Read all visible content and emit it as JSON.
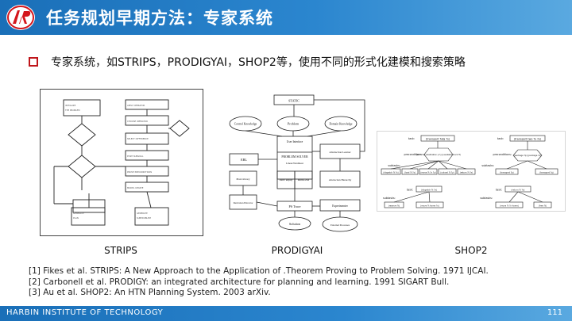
{
  "header": {
    "title": "任务规划早期方法：专家系统"
  },
  "bullet": {
    "text": "专家系统，如STRIPS，PRODIGYAI，SHOP2等，使用不同的形式化建模和搜索策略"
  },
  "figures": [
    {
      "caption": "STRIPS"
    },
    {
      "caption": "PRODIGYAI"
    },
    {
      "caption": "SHOP2"
    }
  ],
  "prodigy": {
    "static": "STATIC",
    "control": "Control Knowledge",
    "problem": "Problem",
    "domain": "Domain Knowledge",
    "ebl": "EBL",
    "user_interface": "User Interface",
    "solver": "PROBLEM SOLVER",
    "linear": "Linear/Nonlinear",
    "abstraction_learner": "Abstraction Learner",
    "plan_library": "Plan Library",
    "derivation_extractor": "Derivation Extractor",
    "deriv_replay": "Deriv. Replay",
    "multi_level": "Multi-Level",
    "abstraction_hierarchy": "Abstraction Hierarchy",
    "ps_trace": "PS Trace",
    "experimenter": "Experimenter",
    "solution": "Solution",
    "external_processes": "External Processes"
  },
  "shop2": {
    "task_left": "(transport ?obj ?s)",
    "task_right": "(transport two ?x ?y)",
    "preconditions": "preconditions:",
    "subtasks": "subtasks:",
    "task": "task:",
    "precond_left": "(at ?x ?s) (destination p ?y) (available-truck ?t)",
    "precond_right": "(package ?p) (package ?q)",
    "sub_l1": "(dispatch ?t ?x)",
    "sub_l2": "(load ?t ?s)",
    "sub_l3": "(move ?t ?x ?y)",
    "sub_l4": "(unload ?t ?y)",
    "sub_l5": "(return ?t ?x)",
    "sub_r1": "(transport ?p)",
    "sub_r2": "(transport ?q)",
    "task2_left": "(dispatch ?t ?x)",
    "task2_right": "(return ?t ?x)",
    "sub2_l1": "(reserve ?t)",
    "sub2_l2": "(move ?t home ?x)",
    "sub2_r1": "(move ?t ?x home)",
    "sub2_r2": "(free ?t)"
  },
  "references": [
    "[1] Fikes et al. STRIPS: A New Approach to the Application of .Theorem Proving to Problem Solving.  1971 IJCAI.",
    "[2] Carbonell et al. PRODIGY: an integrated architecture for planning and learning.  1991 SIGART Bull.",
    "[3] Au et al. SHOP2: An HTN Planning System. 2003 arXiv."
  ],
  "footer": {
    "institution": "HARBIN INSTITUTE OF TECHNOLOGY",
    "page": "111"
  },
  "colors": {
    "header_blue": "#1a6fb8",
    "bullet_red": "#c0161b",
    "logo_red": "#d4161c"
  }
}
